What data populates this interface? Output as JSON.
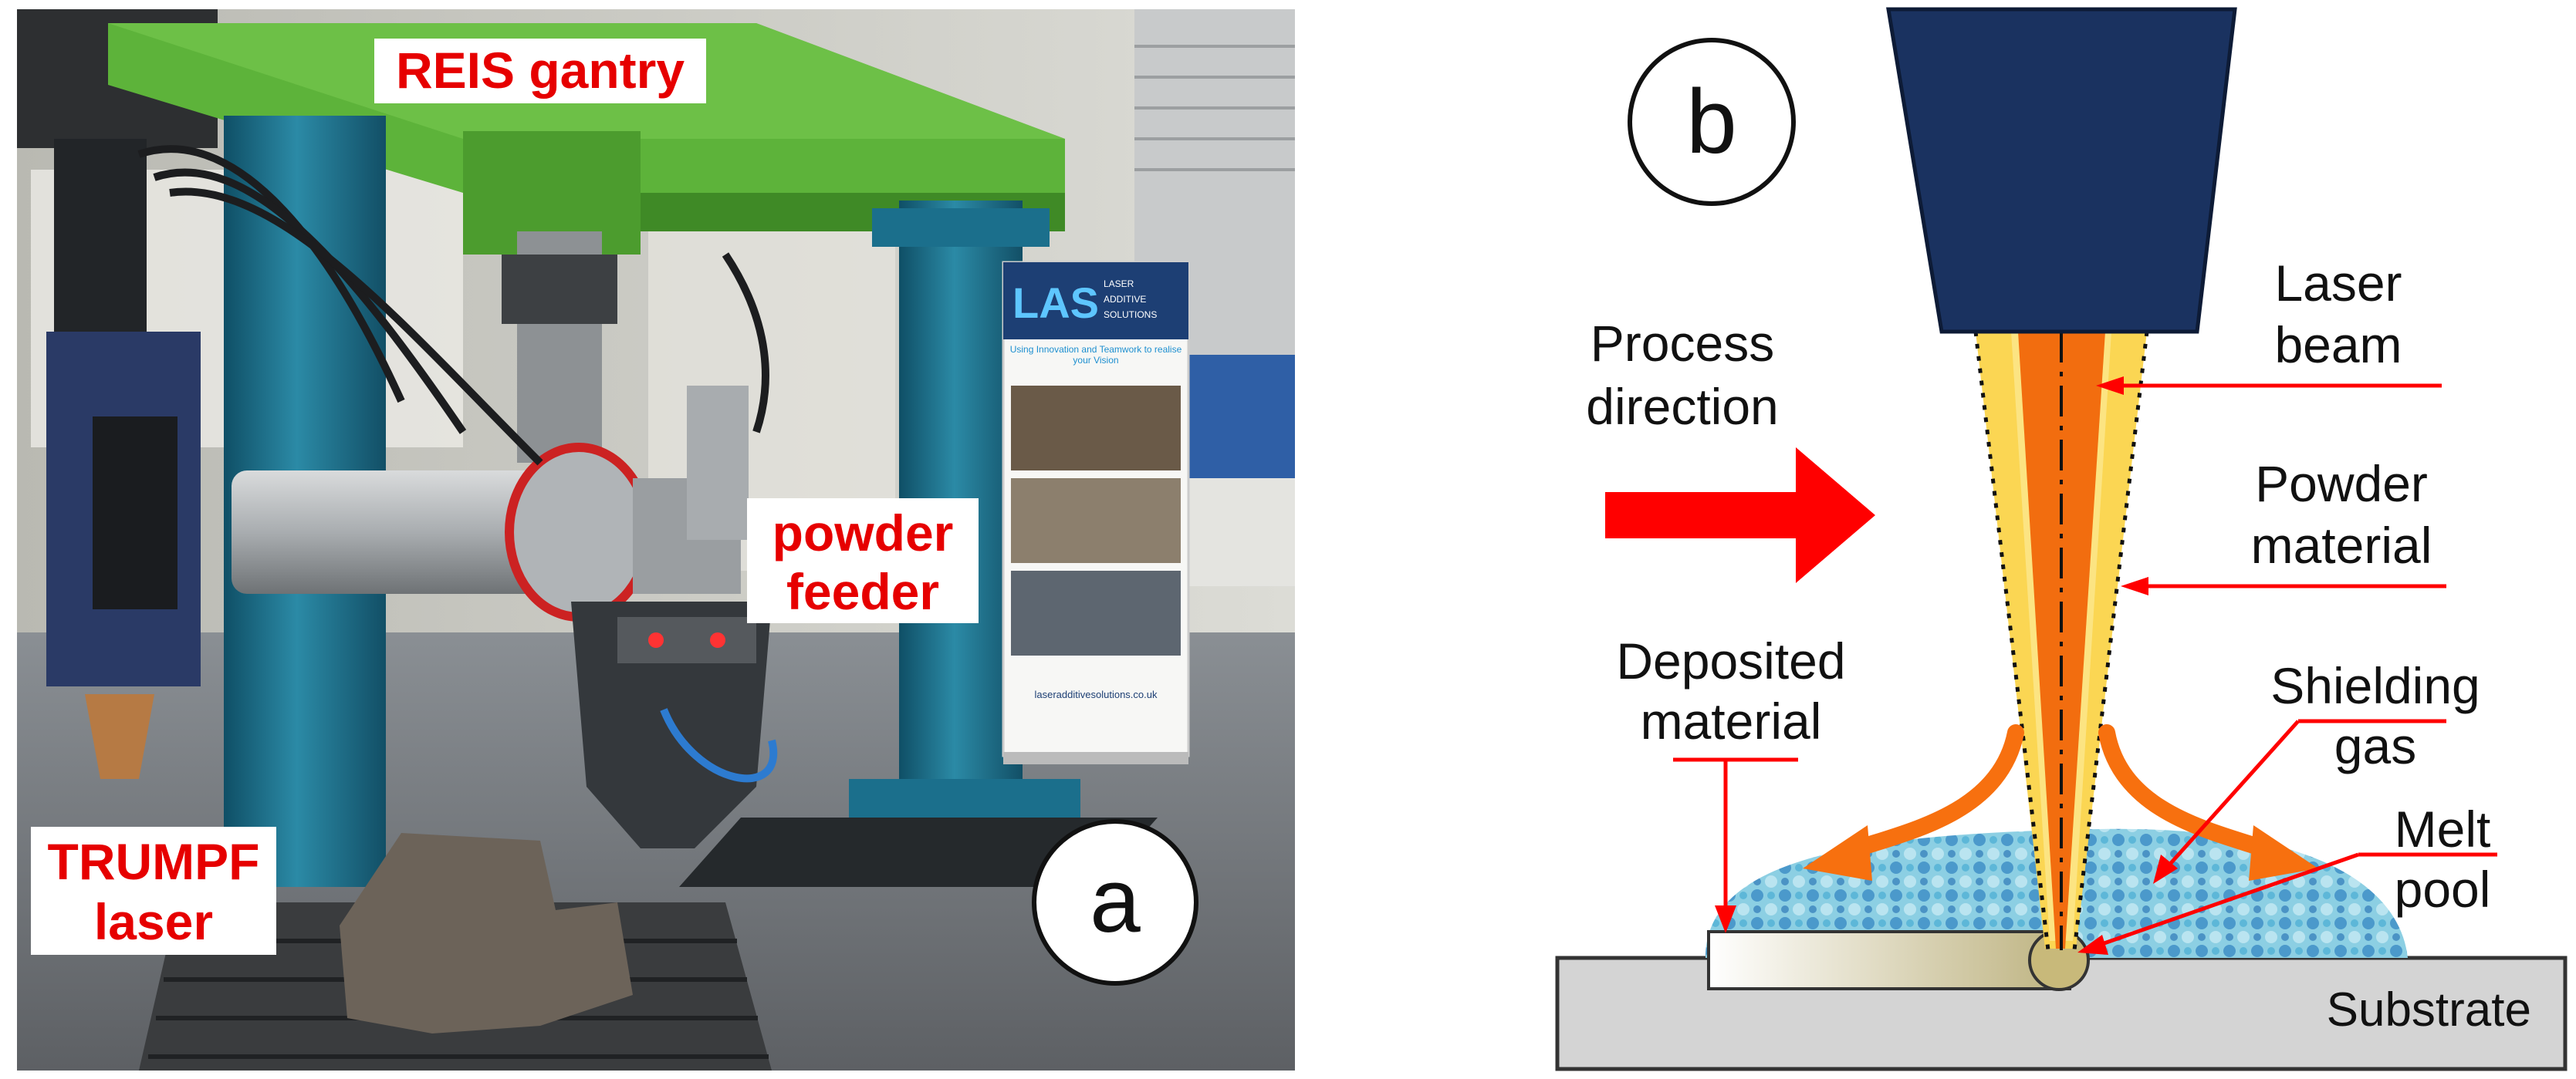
{
  "panel_a": {
    "letter": "a",
    "labels": {
      "gantry": "REIS gantry",
      "feeder_line1": "powder",
      "feeder_line2": "feeder",
      "laser_line1": "TRUMPF",
      "laser_line2": "laser"
    },
    "banner": {
      "logo": "LAS",
      "subtitle_line1": "LASER",
      "subtitle_line2": "ADDITIVE",
      "subtitle_line3": "SOLUTIONS",
      "tagline": "Using Innovation and Teamwork to realise your Vision",
      "website": "laseradditivesolutions.co.uk"
    },
    "colors": {
      "label": "#e60000",
      "pillar": "#1b6f8c",
      "gantry": "#5db33a"
    }
  },
  "panel_b": {
    "letter": "b",
    "labels": {
      "laser_beam_1": "Laser",
      "laser_beam_2": "beam",
      "process_1": "Process",
      "process_2": "direction",
      "powder_1": "Powder",
      "powder_2": "material",
      "deposited_1": "Deposited",
      "deposited_2": "material",
      "shielding_1": "Shielding",
      "shielding_2": "gas",
      "melt_1": "Melt",
      "melt_2": "pool",
      "substrate": "Substrate"
    },
    "colors": {
      "nozzle": "#1a3260",
      "beam": "#f26d0f",
      "powder": "#fbd653",
      "arrow": "#ff0000",
      "gas_arrow": "#f7700f",
      "substrate": "#d4d4d4",
      "cladding": "#7cc6dc"
    }
  }
}
